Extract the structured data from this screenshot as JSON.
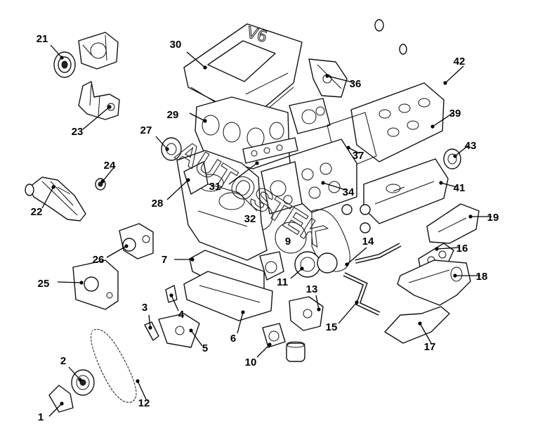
{
  "diagram": {
    "cover_text": "V6",
    "watermark_text": "AUTOSTEK",
    "callouts": [
      "1",
      "2",
      "3",
      "4",
      "5",
      "6",
      "7",
      "9",
      "10",
      "11",
      "12",
      "13",
      "14",
      "15",
      "16",
      "17",
      "18",
      "19",
      "21",
      "22",
      "23",
      "24",
      "25",
      "26",
      "27",
      "28",
      "29",
      "30",
      "31",
      "32",
      "34",
      "36",
      "37",
      "39",
      "41",
      "42",
      "43"
    ]
  }
}
